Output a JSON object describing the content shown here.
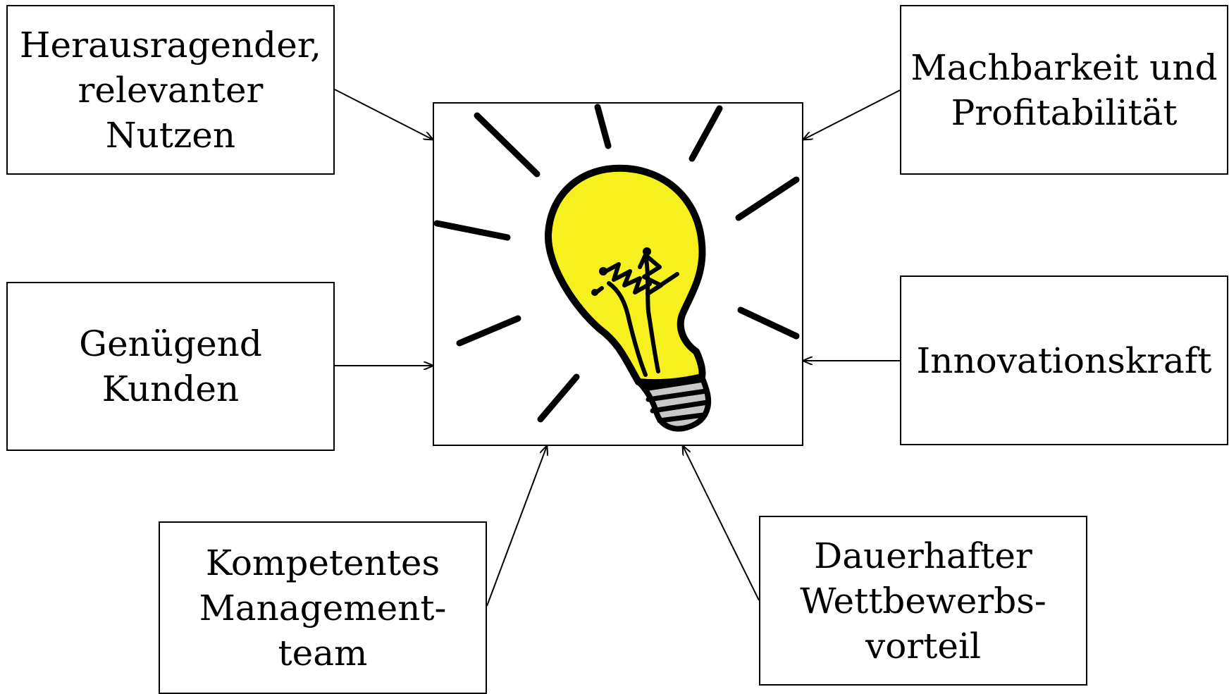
{
  "boxes": {
    "nutzen": "Herausragender,\nrelevanter\nNutzen",
    "kunden": "Genügend\nKunden",
    "management": "Kompetentes\nManagement-\nteam",
    "machbarkeit": "Machbarkeit und\nProfitabilität",
    "innovation": "Innovationskraft",
    "wettbewerb": "Dauerhafter\nWettbewerbs-\nvorteil"
  },
  "colors": {
    "bulb_glass": "#f5f01e",
    "bulb_base": "#c8c8c8",
    "outline": "#000000"
  },
  "icons": {
    "center": "lightbulb-icon"
  }
}
